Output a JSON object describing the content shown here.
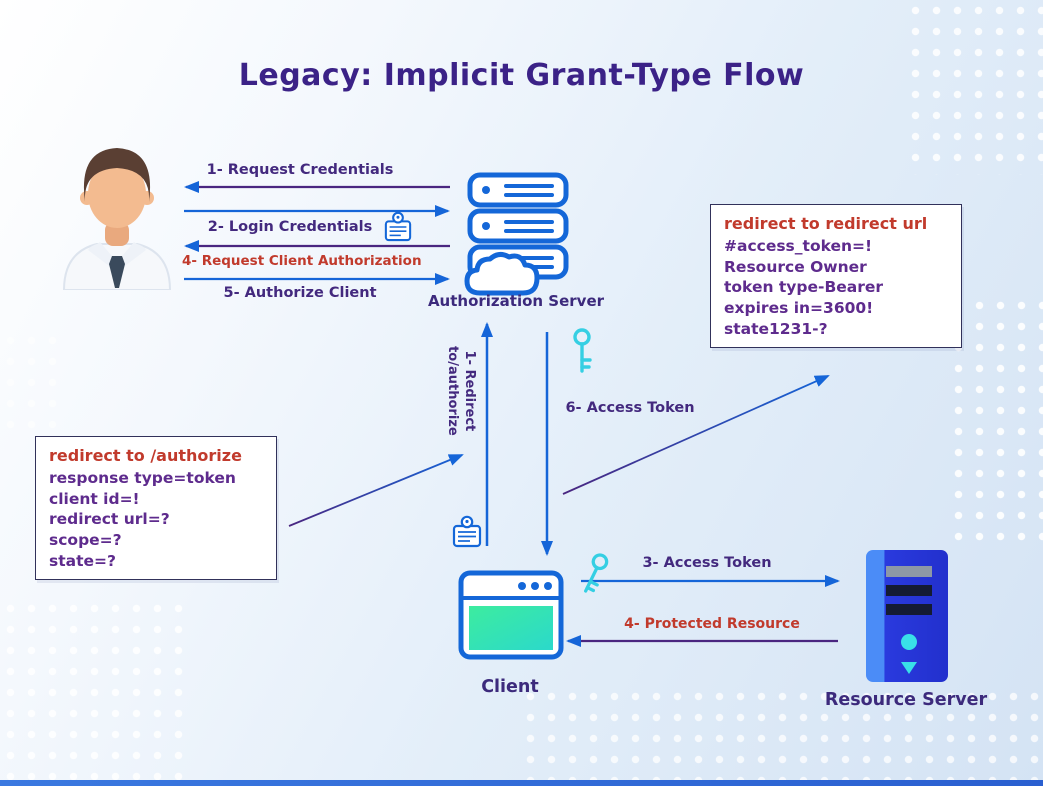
{
  "title": "Legacy: Implicit Grant-Type Flow",
  "nodes": {
    "auth_server": "Authorization Server",
    "client": "Client",
    "resource_server": "Resource Server"
  },
  "steps": {
    "request_credentials": "1- Request Credentials",
    "login_credentials": "2- Login Credentials",
    "request_client_authorization": "4- Request Client Authorization",
    "authorize_client": "5- Authorize Client",
    "redirect_line1": "1- Redirect",
    "redirect_line2": "to/authorize",
    "access_token_6": "6- Access Token",
    "access_token_3": "3- Access Token",
    "protected_resource": "4- Protected Resource"
  },
  "notes": {
    "authorize": {
      "heading": "redirect to /authorize",
      "lines": [
        "response type=token",
        "client id=!",
        "redirect url=?",
        "scope=?",
        "state=?"
      ]
    },
    "redirect": {
      "heading": "redirect to redirect url",
      "lines": [
        "#access_token=!",
        "Resource Owner",
        "token type-Bearer",
        "expires in=3600!",
        "state1231-?"
      ]
    }
  },
  "icons": {
    "user": "user-avatar-icon",
    "auth_server": "server-cloud-icon",
    "client": "browser-window-icon",
    "resource_server": "server-tower-icon",
    "credential_badge": "id-card-icon",
    "access_key": "key-icon"
  },
  "colors": {
    "title": "#3b2287",
    "label_purple": "#43297e",
    "label_red": "#c13a2c",
    "arrow_blue": "#1565d8",
    "arrow_purple": "#4a2680",
    "key_teal": "#35cfe3",
    "client_screen": "#34e5ae"
  }
}
